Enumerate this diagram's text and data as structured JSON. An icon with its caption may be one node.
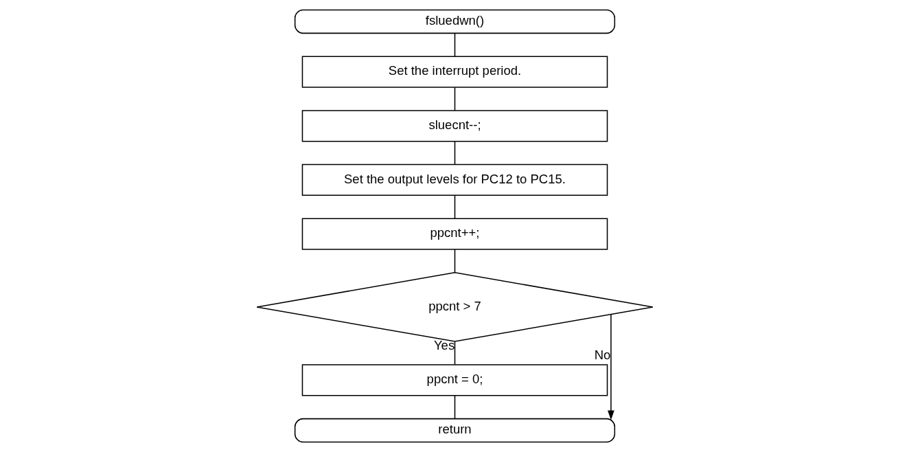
{
  "diagram": {
    "nodes": [
      {
        "text": [
          "fsluedwn()"
        ]
      },
      {
        "text": [
          "Set the interrupt period."
        ]
      },
      {
        "text": [
          "sluecnt--;"
        ]
      },
      {
        "text": [
          "Set the output levels for PC12 to PC15."
        ]
      },
      {
        "text": [
          "ppcnt++;"
        ]
      },
      {
        "text": [
          "ppcnt > 7"
        ]
      },
      {
        "text": [
          "ppcnt = 0;"
        ]
      },
      {
        "text": [
          "return"
        ]
      }
    ],
    "edges": [
      {
        "from": 0,
        "to": 1,
        "arrow": "none"
      },
      {
        "from": 1,
        "to": 2,
        "arrow": "none"
      },
      {
        "from": 2,
        "to": 3,
        "arrow": "none"
      },
      {
        "from": 3,
        "to": 4,
        "arrow": "none"
      },
      {
        "from": 4,
        "to": 5,
        "arrow": "none"
      },
      {
        "from": 5,
        "to": 6,
        "arrow": "none",
        "label": "Yes"
      },
      {
        "from": 6,
        "to": 7,
        "arrow": "none"
      },
      {
        "from": 5,
        "to": 7,
        "arrow": "to",
        "label": "No"
      }
    ]
  }
}
